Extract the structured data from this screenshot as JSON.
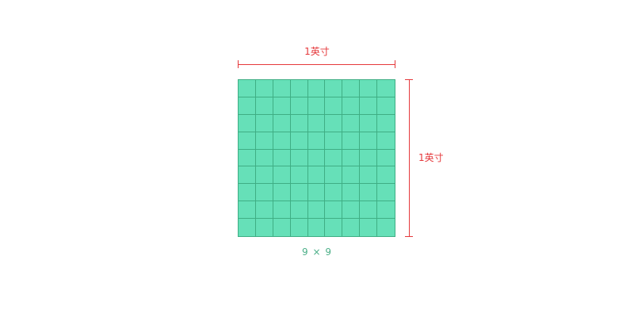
{
  "diagram": {
    "width_label": "1英寸",
    "height_label": "1英寸",
    "grid_label": "9 × 9",
    "rows": 9,
    "cols": 9
  },
  "colors": {
    "dimension": "#e5383b",
    "cell_fill": "#66e0b8",
    "cell_border": "#3fae84",
    "caption": "#4caf88"
  }
}
